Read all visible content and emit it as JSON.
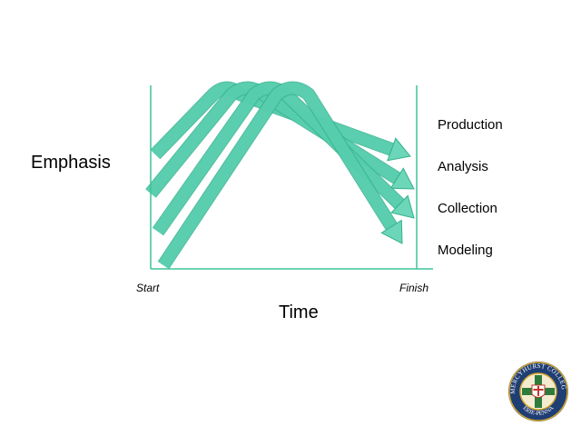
{
  "diagram": {
    "y_axis_label": "Emphasis",
    "x_axis_label": "Time",
    "x_start_label": "Start",
    "x_end_label": "Finish",
    "phases": [
      "Production",
      "Analysis",
      "Collection",
      "Modeling"
    ],
    "arrow_fill": "#5cd1b0",
    "arrow_stroke": "#35b28e",
    "axis_color": "#3fc49b"
  },
  "logo": {
    "text": "MERCYHURST COLLEGE ERIE-PENNA",
    "colors": {
      "navy": "#1f3e74",
      "gold": "#d4a72c",
      "green": "#2f7b3c",
      "red": "#c0392b"
    }
  }
}
